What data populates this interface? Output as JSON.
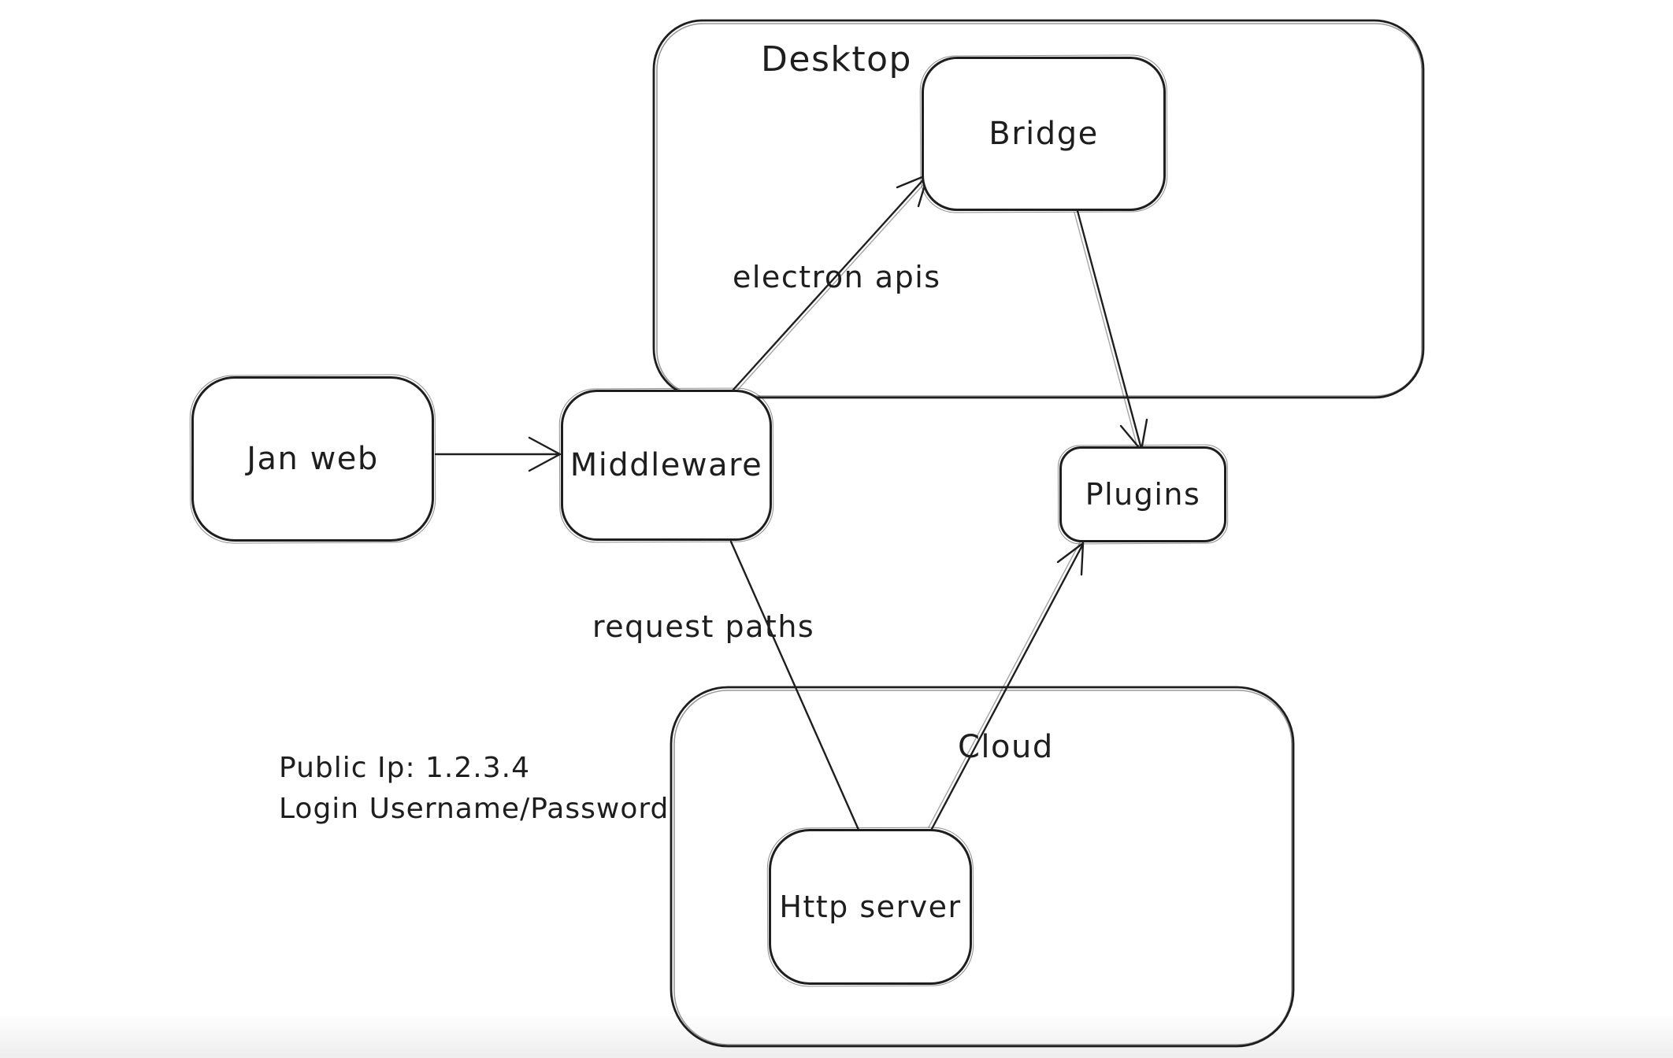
{
  "canvas": {
    "background": "#ffffff",
    "stroke_color": "#1e1e1e"
  },
  "diagram": {
    "containers": [
      {
        "id": "desktop",
        "label": "Desktop"
      },
      {
        "id": "cloud",
        "label": "Cloud"
      }
    ],
    "nodes": [
      {
        "id": "jan-web",
        "label": "Jan web"
      },
      {
        "id": "middleware",
        "label": "Middleware"
      },
      {
        "id": "bridge",
        "label": "Bridge"
      },
      {
        "id": "plugins",
        "label": "Plugins"
      },
      {
        "id": "http-server",
        "label": "Http server"
      }
    ],
    "edges": [
      {
        "from": "jan-web",
        "to": "middleware",
        "label": ""
      },
      {
        "from": "middleware",
        "to": "bridge",
        "label": "electron apis"
      },
      {
        "from": "bridge",
        "to": "plugins",
        "label": ""
      },
      {
        "from": "middleware",
        "to": "http-server",
        "label": "request paths"
      },
      {
        "from": "http-server",
        "to": "plugins",
        "label": ""
      }
    ],
    "annotation": {
      "line1": "Public Ip: 1.2.3.4",
      "line2": "Login Username/Password"
    }
  }
}
